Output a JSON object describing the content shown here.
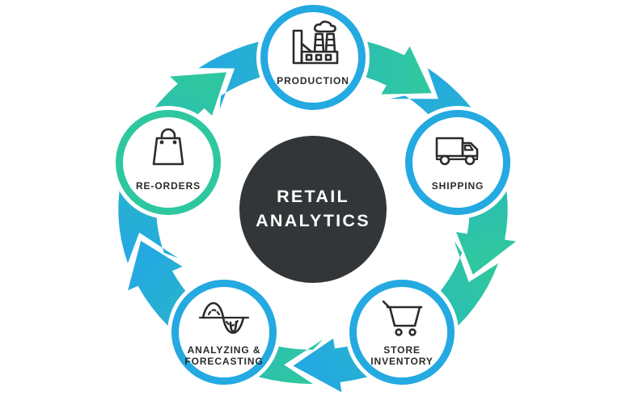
{
  "diagram": {
    "type": "cycle",
    "direction": "clockwise",
    "flow": [
      "production",
      "shipping",
      "store-inventory",
      "analyzing-forecasting",
      "re-orders"
    ]
  },
  "center": {
    "line1": "RETAIL",
    "line2": "ANALYTICS",
    "bg_color": "#333638",
    "text_color": "#ffffff"
  },
  "colors": {
    "blue": "#24a9e1",
    "green": "#2fc79f",
    "icon": "#2b2b2b",
    "label": "#2b2b2b",
    "background": "#ffffff"
  },
  "nodes": [
    {
      "id": "production",
      "label_lines": [
        "PRODUCTION"
      ],
      "icon": "factory-icon",
      "angle": -90,
      "tail_color": "blue",
      "head_color": "green"
    },
    {
      "id": "shipping",
      "label_lines": [
        "SHIPPING"
      ],
      "icon": "truck-icon",
      "angle": -18,
      "tail_color": "blue",
      "head_color": "green"
    },
    {
      "id": "store-inventory",
      "label_lines": [
        "STORE",
        "INVENTORY"
      ],
      "icon": "cart-icon",
      "angle": 54,
      "tail_color": "green",
      "head_color": "blue"
    },
    {
      "id": "analyzing-forecasting",
      "label_lines": [
        "ANALYZING &",
        "FORECASTING"
      ],
      "icon": "wave-icon",
      "angle": 126,
      "tail_color": "green",
      "head_color": "blue"
    },
    {
      "id": "re-orders",
      "label_lines": [
        "RE-ORDERS"
      ],
      "icon": "bag-icon",
      "angle": 198,
      "tail_color": "blue",
      "head_color": "green"
    }
  ]
}
